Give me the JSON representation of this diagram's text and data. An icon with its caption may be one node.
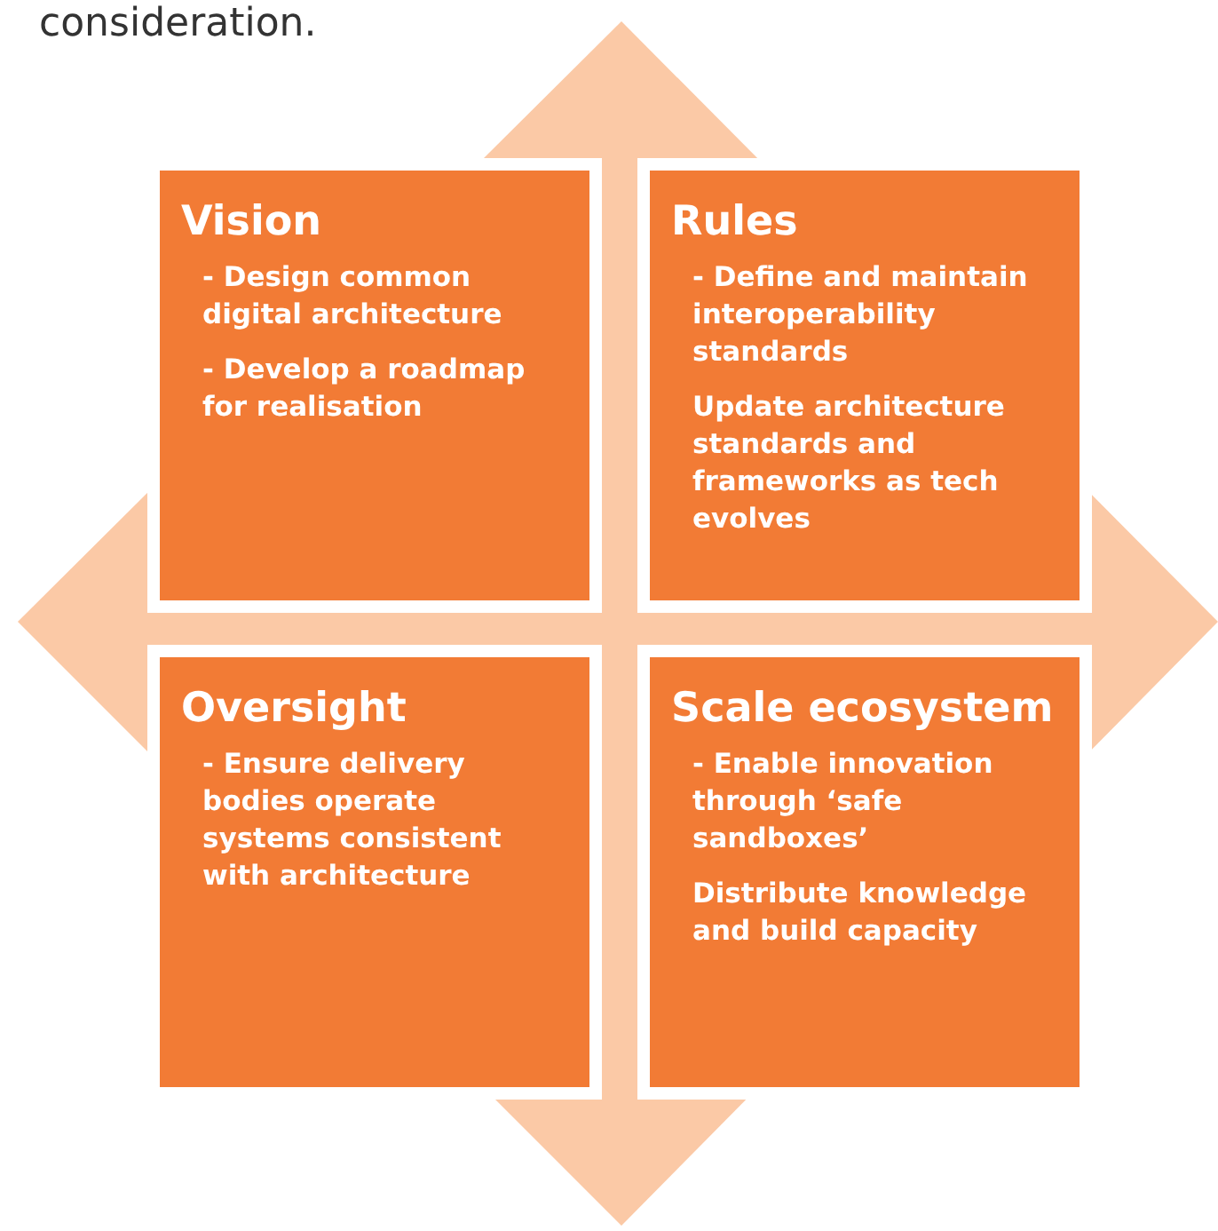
{
  "diagram": {
    "nodes": [
      {
        "text": [
          "Vision",
          "- Design common digital architecture",
          "- Develop a roadmap for realisation"
        ]
      },
      {
        "text": [
          "Rules",
          "- Define and maintain interoperability standards",
          "Update architecture standards and frameworks as tech evolves"
        ]
      },
      {
        "text": [
          "Oversight",
          "- Ensure delivery bodies operate systems consistent with architecture"
        ]
      },
      {
        "text": [
          "Scale ecosystem",
          "- Enable innovation through ‘safe sandboxes’",
          "Distribute knowledge and build capacity"
        ]
      }
    ],
    "edges": [],
    "labels": [
      "consideration."
    ]
  }
}
